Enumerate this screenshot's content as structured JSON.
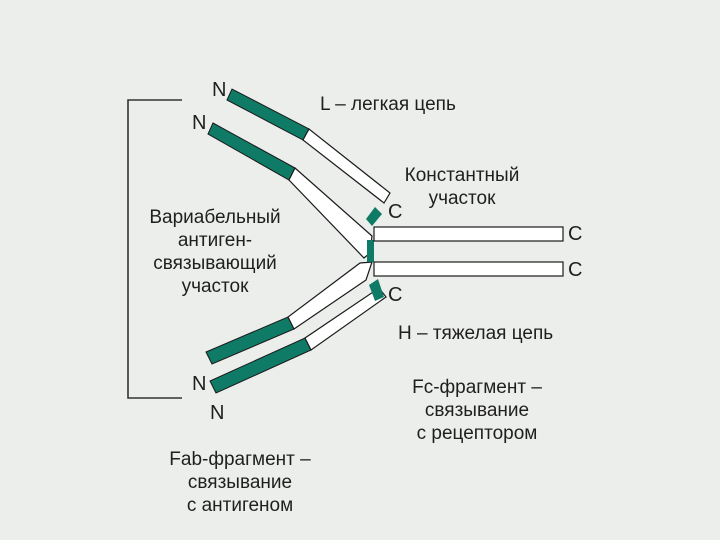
{
  "diagram": {
    "colors": {
      "variable_region": "#0f7b66",
      "constant_region": "#ffffff",
      "outline": "#1a1a1a",
      "background": "#eceeeb"
    },
    "terminals": {
      "n_light_upper": "N",
      "n_heavy_upper": "N",
      "n_heavy_lower": "N",
      "n_light_lower": "N",
      "c_light_upper": "C",
      "c_heavy_upper": "C",
      "c_heavy_lower": "C",
      "c_light_lower": "C"
    },
    "labels": {
      "light_chain": "L – легкая цепь",
      "constant_region": [
        "Константный",
        "участок"
      ],
      "variable_region": [
        "Вариабельный",
        "антиген-",
        "связывающий",
        "участок"
      ],
      "heavy_chain": "H – тяжелая цепь",
      "fc_fragment": [
        "Fc-фрагмент –",
        "связывание",
        "с рецептором"
      ],
      "fab_fragment": [
        "Fab-фрагмент –",
        "связывание",
        "с антигеном"
      ]
    }
  }
}
